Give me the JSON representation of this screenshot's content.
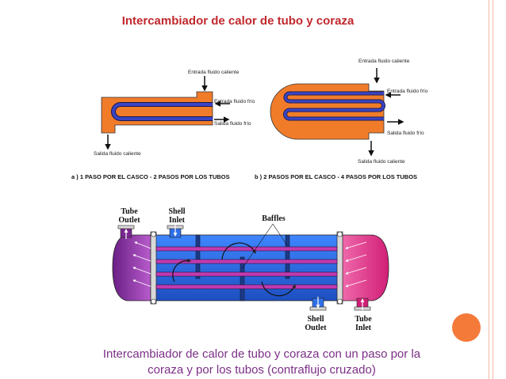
{
  "title": "Intercambiador de calor de tubo y coraza",
  "diagram_a": {
    "hot_in": "Entrada fluido caliente",
    "cold_in": "Entrada fluido frío",
    "cold_out": "Salida fluido frío",
    "hot_out": "Salida fluido caliente",
    "caption": "a ) 1 PASO POR EL CASCO - 2 PASOS POR LOS TUBOS"
  },
  "diagram_b": {
    "hot_in": "Entrada fluido caliente",
    "cold_in": "Entrada fluido frío",
    "cold_out": "Salida fluido frío",
    "hot_out": "Salida fluido caliente",
    "caption": "b ) 2 PASOS POR EL CASCO - 4 PASOS POR LOS TUBOS"
  },
  "diagram_c": {
    "tube_outlet_1": "Tube",
    "tube_outlet_2": "Outlet",
    "shell_inlet_1": "Shell",
    "shell_inlet_2": "Inlet",
    "baffles": "Baffles",
    "shell_outlet_1": "Shell",
    "shell_outlet_2": "Outlet",
    "tube_inlet_1": "Tube",
    "tube_inlet_2": "Inlet"
  },
  "caption_line1": "Intercambiador de calor de tubo y coraza con un paso por la",
  "caption_line2": "coraza y por los tubos (contraflujo cruzado)",
  "colors": {
    "shell_hot": "#f07c2a",
    "tube_cold": "#3a44c4",
    "shell_blue": "#2f6fe8",
    "hot_end": "#e5338a",
    "cold_end": "#8a2a9a",
    "title": "#c0282d",
    "caption": "#7b2f86"
  }
}
